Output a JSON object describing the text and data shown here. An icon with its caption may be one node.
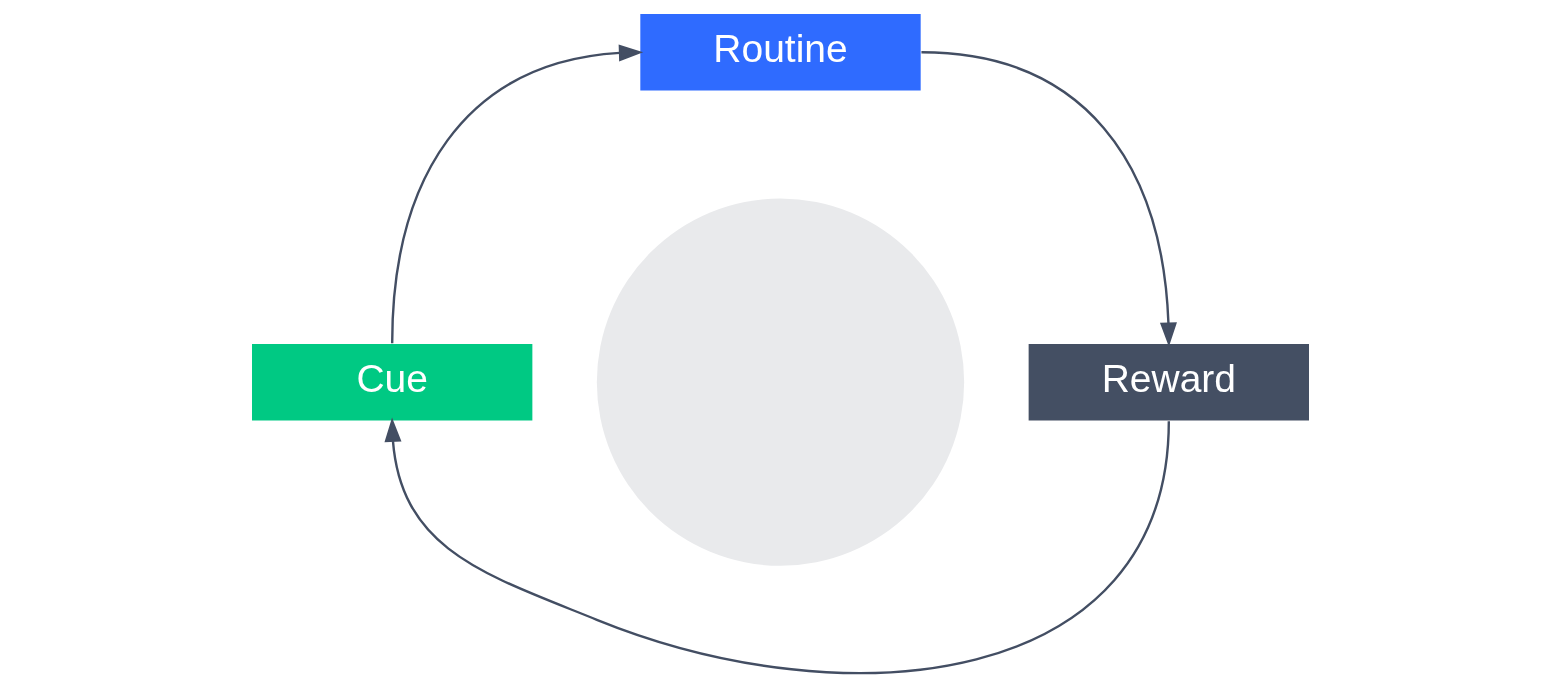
{
  "diagram": {
    "nodes": [
      {
        "text": [
          "Routine"
        ]
      },
      {
        "text": [
          "Cue"
        ]
      },
      {
        "text": [
          "Reward"
        ]
      },
      {
        "text": [],
        "shape": "circle"
      }
    ],
    "edges": [
      {
        "from": 1,
        "to": 0,
        "arrow": "to"
      },
      {
        "from": 0,
        "to": 2,
        "arrow": "to"
      },
      {
        "from": 2,
        "to": 1,
        "arrow": "to"
      }
    ]
  }
}
